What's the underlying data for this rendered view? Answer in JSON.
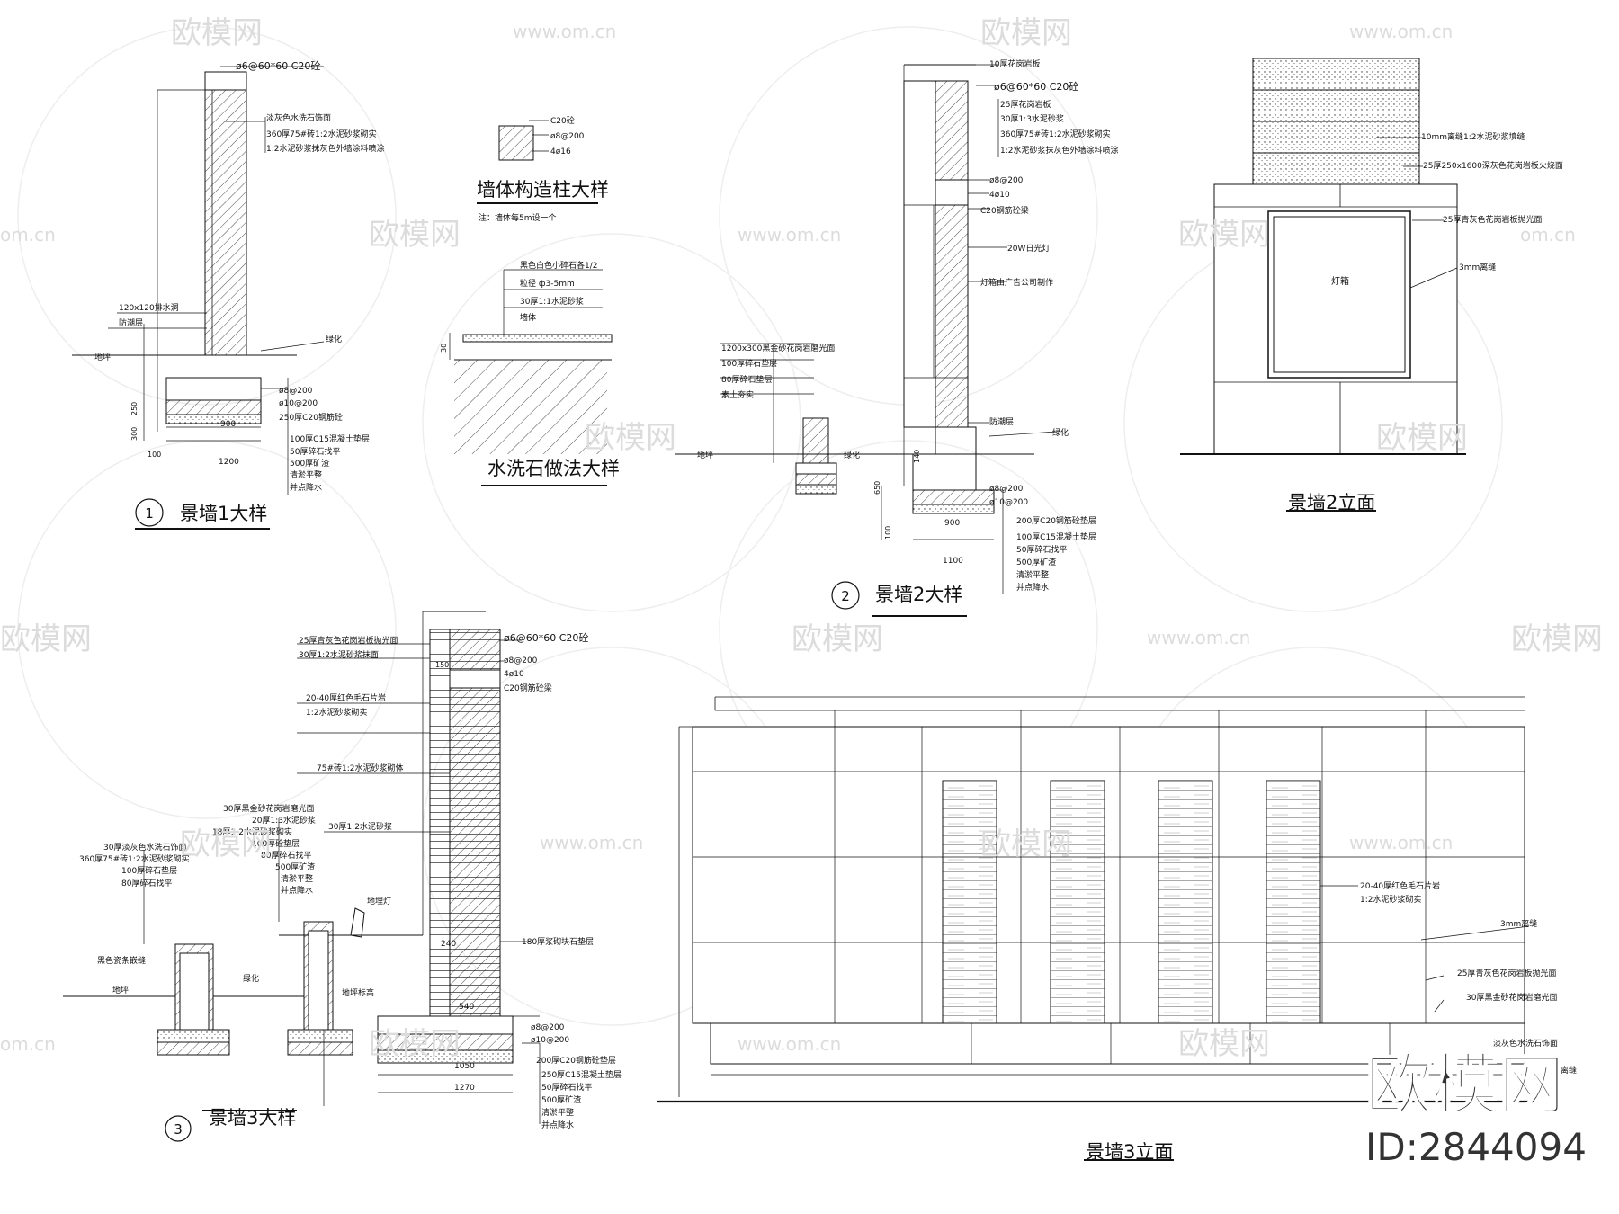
{
  "watermarks": {
    "site_cn": "欧模网",
    "site_url": "www.om.cn",
    "site_url_short": "om.cn",
    "id_text": "ID:2844094"
  },
  "detail1": {
    "title": "景墙1大样",
    "number": "1",
    "labels": [
      "ø6@60*60  C20砼",
      "淡灰色水洗石饰面",
      "360厚75#砖1:2水泥砂浆砌实",
      "1:2水泥砂浆抹灰色外墙涂料喷涂",
      "120x120排水洞",
      "防潮层",
      "地坪",
      "绿化",
      "ø8@200",
      "ø10@200",
      "250厚C20钢筋砼",
      "100厚C15混凝土垫层",
      "50厚碎石找平",
      "500厚矿渣",
      "清淤平整",
      "并点降水"
    ],
    "dims": [
      "250",
      "300",
      "900",
      "1200",
      "100"
    ]
  },
  "column_detail": {
    "title": "墙体构造柱大样",
    "note": "注：墙体每5m设一个",
    "labels": [
      "C20砼",
      "ø8@200",
      "4ø16"
    ]
  },
  "terrazzo_detail": {
    "title": "水洗石做法大样",
    "labels": [
      "黑色白色小碎石各1/2",
      "粒径 ф3-5mm",
      "30厚1:1水泥砂浆",
      "墙体"
    ],
    "dims": [
      "30"
    ]
  },
  "detail2": {
    "title": "景墙2大样",
    "number": "2",
    "labels_top": [
      "10厚花岗岩板",
      "ø6@60*60  C20砼",
      "25厚花岗岩板",
      "30厚1:3水泥砂浆",
      "360厚75#砖1:2水泥砂浆砌实",
      "1:2水泥砂浆抹灰色外墙涂料喷涂",
      "ø8@200",
      "4ø10",
      "C20钢筋砼梁",
      "20W日光灯",
      "灯箱由广告公司制作",
      "防潮层",
      "绿化"
    ],
    "labels_left": [
      "1200x300黑金砂花岗岩磨光面",
      "100厚碎石垫层",
      "80厚碎石垫层",
      "素土夯实",
      "地坪",
      "绿化"
    ],
    "labels_bottom": [
      "ø8@200",
      "ø10@200",
      "200厚C20钢筋砼垫层",
      "100厚C15混凝土垫层",
      "50厚碎石找平",
      "500厚矿渣",
      "清淤平整",
      "并点降水"
    ],
    "dims": [
      "900",
      "1100",
      "650",
      "100",
      "140"
    ]
  },
  "elev2": {
    "title": "景墙2立面",
    "labels": [
      "10mm离缝1:2水泥砂浆填缝",
      "25厚250x1600深灰色花岗岩板火烧面",
      "25厚青灰色花岗岩板抛光面",
      "灯箱",
      "3mm离缝"
    ]
  },
  "detail3": {
    "title": "景墙3大样",
    "number": "3",
    "labels_top": [
      "25厚青灰色花岗岩板抛光面",
      "30厚1:2水泥砂浆抹面",
      "ø6@60*60  C20砼",
      "ø8@200",
      "4ø10",
      "C20钢筋砼梁",
      "20-40厚红色毛石片岩",
      "1:2水泥砂浆砌实",
      "75#砖1:2水泥砂浆砌体",
      "30厚1:2水泥砂浆",
      "180厚浆砌块石垫层",
      "地埋灯",
      "地坪标高"
    ],
    "labels_left": [
      "30厚黑金砂花岗岩磨光面",
      "20厚1:3水泥砂浆",
      "18厚1:2水泥砂浆砌实",
      "100厚砼垫层",
      "80厚碎石找平",
      "500厚矿渣",
      "清淤平整",
      "并点降水",
      "30厚淡灰色水洗石饰面",
      "360厚75#砖1:2水泥砂浆砌实",
      "100厚碎石垫层",
      "80厚碎石找平",
      "黑色瓷条嵌缝",
      "地坪",
      "绿化"
    ],
    "labels_bottom": [
      "ø8@200",
      "ø10@200",
      "200厚C20钢筋砼垫层",
      "250厚C15混凝土垫层",
      "50厚碎石找平",
      "500厚矿渣",
      "清淤平整",
      "并点降水"
    ],
    "dims": [
      "150",
      "240",
      "540",
      "1050",
      "1270"
    ]
  },
  "elev3": {
    "title": "景墙3立面",
    "labels": [
      "20-40厚红色毛石片岩",
      "1:2水泥砂浆砌实",
      "3mm离缝",
      "25厚青灰色花岗岩板抛光面",
      "30厚黑金砂花岗岩磨光面",
      "淡灰色水洗石饰面",
      "离缝"
    ]
  },
  "colors": {
    "ink": "#111111",
    "watermark": "#d9d9d9",
    "logo": "#3a3a3a"
  }
}
